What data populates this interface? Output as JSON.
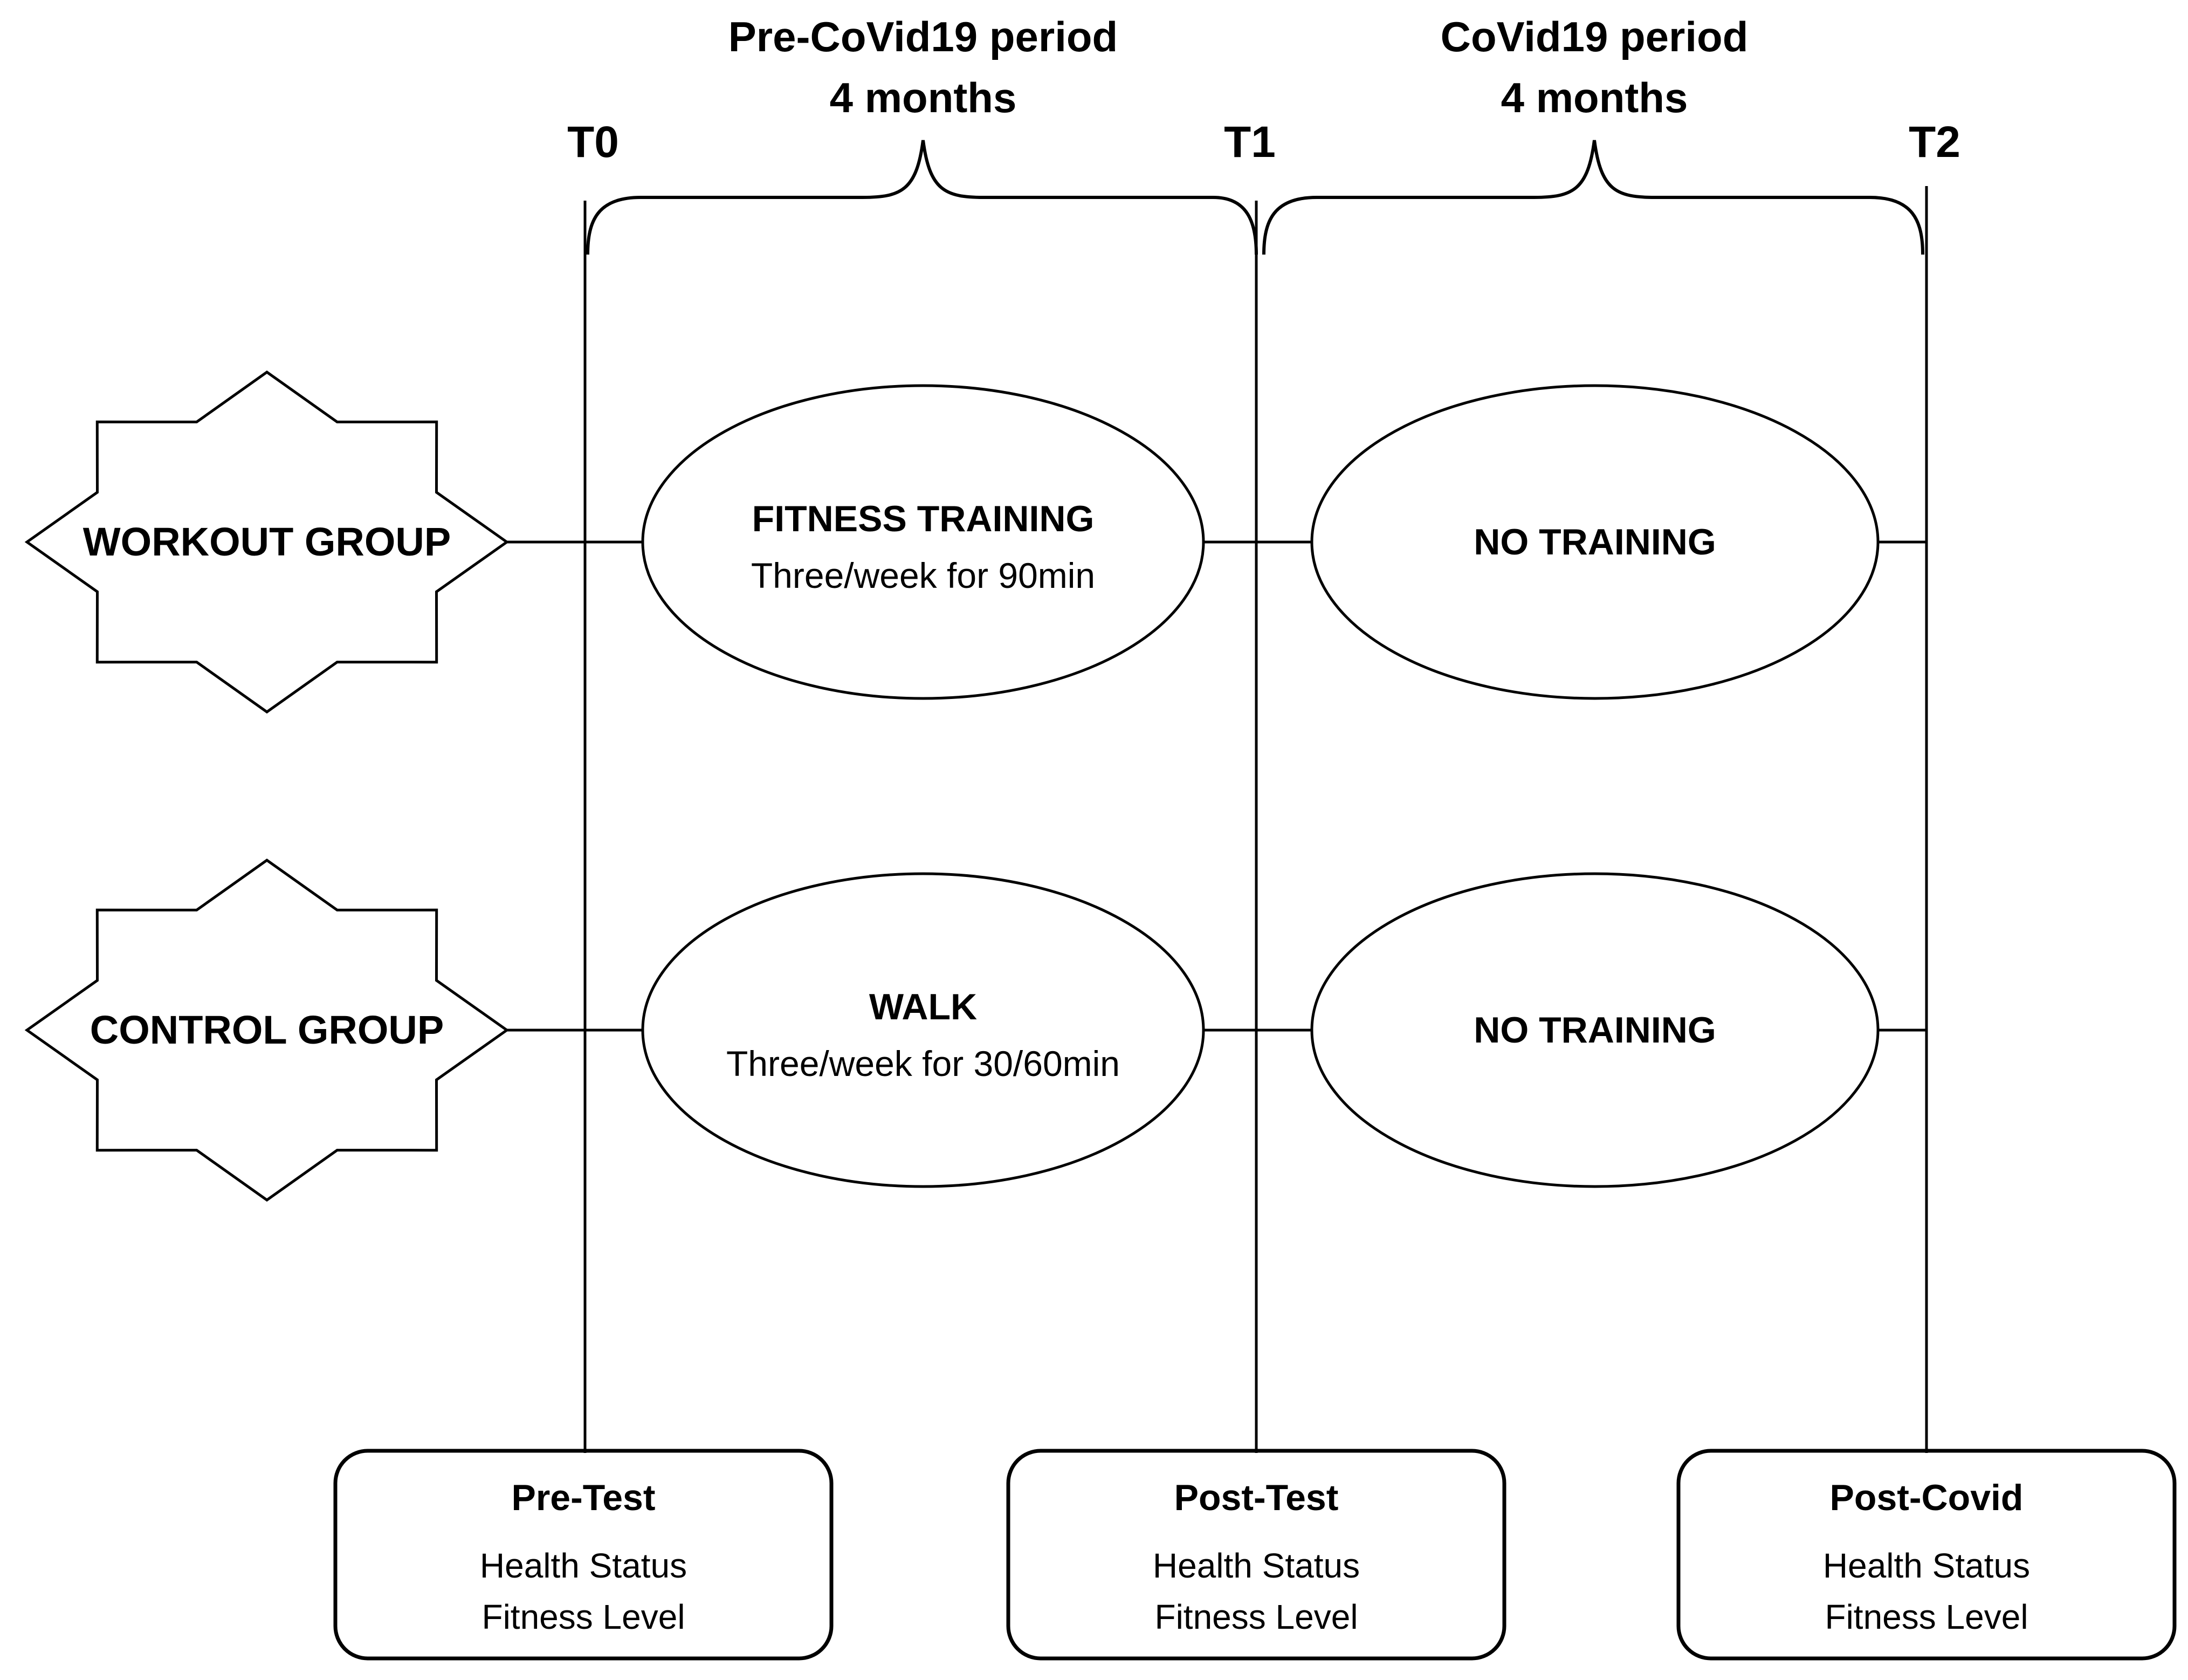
{
  "figure": {
    "colors": {
      "background": "#ffffff",
      "stroke": "#000000",
      "text": "#000000"
    },
    "periods": [
      {
        "name": "Pre-CoVid19 period",
        "duration": "4 months"
      },
      {
        "name": "CoVid19 period",
        "duration": "4 months"
      }
    ],
    "timepoints": [
      {
        "label": "T0"
      },
      {
        "label": "T1"
      },
      {
        "label": "T2"
      }
    ],
    "groups": [
      {
        "label": "WORKOUT GROUP"
      },
      {
        "label": "CONTROL GROUP"
      }
    ],
    "interventions": {
      "workout_pre": {
        "title": "FITNESS TRAINING",
        "detail": "Three/week for 90min"
      },
      "workout_covid": {
        "title": "NO TRAINING"
      },
      "control_pre": {
        "title": "WALK",
        "detail": "Three/week for 30/60min"
      },
      "control_covid": {
        "title": "NO TRAINING"
      }
    },
    "assessments": [
      {
        "title": "Pre-Test",
        "measures": [
          "Health Status",
          "Fitness Level"
        ]
      },
      {
        "title": "Post-Test",
        "measures": [
          "Health Status",
          "Fitness Level"
        ]
      },
      {
        "title": "Post-Covid",
        "measures": [
          "Health Status",
          "Fitness Level"
        ]
      }
    ]
  }
}
